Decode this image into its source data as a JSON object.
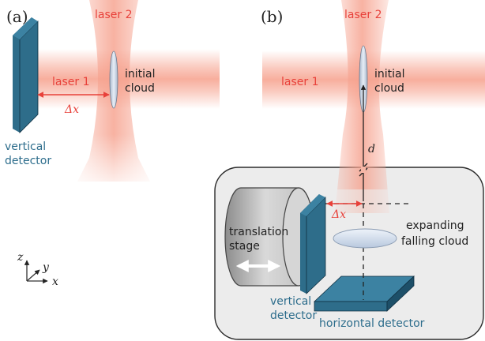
{
  "panel_a": {
    "label": "(a)",
    "laser1_label": "laser 1",
    "laser2_label": "laser 2",
    "cloud_label_line1": "initial",
    "cloud_label_line2": "cloud",
    "distance_label": "Δx",
    "detector_label_line1": "vertical",
    "detector_label_line2": "detector"
  },
  "panel_b": {
    "label": "(b)",
    "laser1_label": "laser 1",
    "laser2_label": "laser 2",
    "cloud_label_line1": "initial",
    "cloud_label_line2": "cloud",
    "fall_distance_label": "d",
    "offset_label": "Δx",
    "expanding_cloud_line1": "expanding",
    "expanding_cloud_line2": "falling cloud",
    "stage_label_line1": "translation",
    "stage_label_line2": "stage",
    "vertical_detector_line1": "vertical",
    "vertical_detector_line2": "detector",
    "horizontal_detector_label": "horizontal detector"
  },
  "axes": {
    "z": "z",
    "y": "y",
    "x": "x"
  },
  "colors": {
    "laser": "#f6a08c",
    "detector_front": "#2e6d8a",
    "detector_side": "#1d4f68",
    "label_red": "#e8413a",
    "label_blue": "#2d6d8c",
    "box_fill": "#ededed",
    "cloud": "#c8d6e8"
  }
}
